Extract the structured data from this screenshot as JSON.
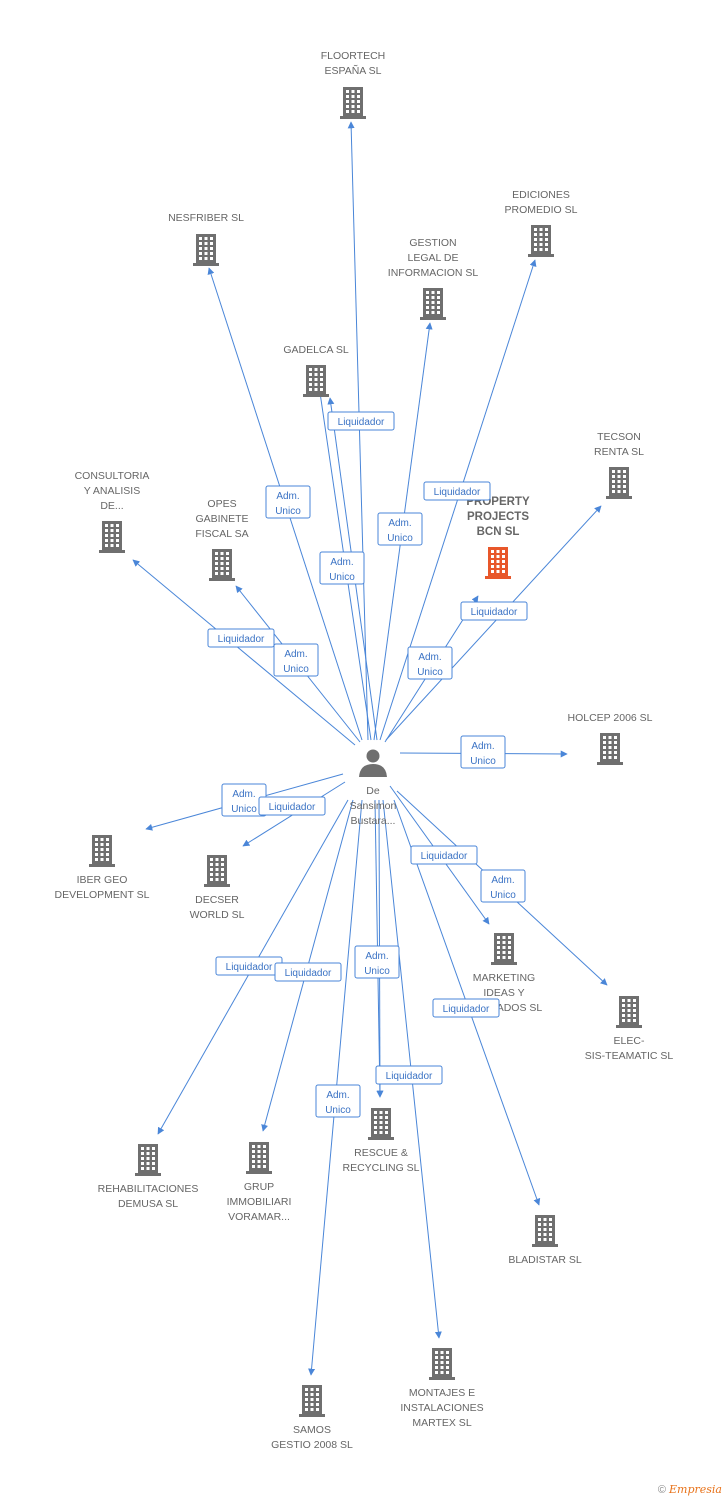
{
  "center": {
    "label_lines": [
      "De",
      "Sansimon",
      "Bustara..."
    ]
  },
  "companies": [
    {
      "id": "floortech",
      "label_lines": [
        "FLOORTECH",
        "ESPAÑA SL"
      ],
      "focus": false
    },
    {
      "id": "nesfriber",
      "label_lines": [
        "NESFRIBER SL"
      ],
      "focus": false
    },
    {
      "id": "ediciones",
      "label_lines": [
        "EDICIONES",
        "PROMEDIO SL"
      ],
      "focus": false
    },
    {
      "id": "gestion",
      "label_lines": [
        "GESTION",
        "LEGAL DE",
        "INFORMACION SL"
      ],
      "focus": false
    },
    {
      "id": "gadelca",
      "label_lines": [
        "GADELCA SL"
      ],
      "focus": false
    },
    {
      "id": "tecson",
      "label_lines": [
        "TECSON",
        "RENTA SL"
      ],
      "focus": false
    },
    {
      "id": "consultoria",
      "label_lines": [
        "CONSULTORIA",
        "Y ANALISIS",
        "DE..."
      ],
      "focus": false
    },
    {
      "id": "opes",
      "label_lines": [
        "OPES",
        "GABINETE",
        "FISCAL SA"
      ],
      "focus": false
    },
    {
      "id": "property",
      "label_lines": [
        "PROPERTY",
        "PROJECTS",
        "BCN SL"
      ],
      "focus": true
    },
    {
      "id": "holcep",
      "label_lines": [
        "HOLCEP 2006 SL"
      ],
      "focus": false
    },
    {
      "id": "ibergeo",
      "label_lines": [
        "IBER GEO",
        "DEVELOPMENT SL"
      ],
      "focus": false
    },
    {
      "id": "decser",
      "label_lines": [
        "DECSER",
        "WORLD SL"
      ],
      "focus": false
    },
    {
      "id": "marketing",
      "label_lines": [
        "MARKETING",
        "IDEAS Y",
        "FORMADOS SL"
      ],
      "focus": false
    },
    {
      "id": "elec",
      "label_lines": [
        "ELEC-",
        "SIS-TEAMATIC SL"
      ],
      "focus": false
    },
    {
      "id": "rehabilitaciones",
      "label_lines": [
        "REHABILITACIONES",
        "DEMUSA SL"
      ],
      "focus": false
    },
    {
      "id": "grup",
      "label_lines": [
        "GRUP",
        "IMMOBILIARI",
        "VORAMAR..."
      ],
      "focus": false
    },
    {
      "id": "rescue",
      "label_lines": [
        "RESCUE &",
        "RECYCLING SL"
      ],
      "focus": false
    },
    {
      "id": "bladistar",
      "label_lines": [
        "BLADISTAR SL"
      ],
      "focus": false
    },
    {
      "id": "montajes",
      "label_lines": [
        "MONTAJES E",
        "INSTALACIONES",
        "MARTEX SL"
      ],
      "focus": false
    },
    {
      "id": "samos",
      "label_lines": [
        "SAMOS",
        "GESTIO 2008 SL"
      ],
      "focus": false
    }
  ],
  "relations": [
    {
      "target": "floortech",
      "tag_lines": []
    },
    {
      "target": "nesfriber",
      "tag_lines": [
        "Adm.",
        "Unico"
      ]
    },
    {
      "target": "ediciones",
      "tag_lines": [
        "Liquidador"
      ]
    },
    {
      "target": "gestion",
      "tag_lines": [
        "Adm.",
        "Unico"
      ]
    },
    {
      "target": "gadelca",
      "tag_lines": [
        "Liquidador"
      ]
    },
    {
      "target": "gadelca",
      "tag_lines": [
        "Adm.",
        "Unico"
      ]
    },
    {
      "target": "tecson",
      "tag_lines": [
        "Adm.",
        "Unico"
      ]
    },
    {
      "target": "consultoria",
      "tag_lines": [
        "Liquidador"
      ]
    },
    {
      "target": "opes",
      "tag_lines": [
        "Adm.",
        "Unico"
      ]
    },
    {
      "target": "property",
      "tag_lines": [
        "Liquidador"
      ]
    },
    {
      "target": "holcep",
      "tag_lines": [
        "Adm.",
        "Unico"
      ]
    },
    {
      "target": "ibergeo",
      "tag_lines": [
        "Adm.",
        "Unico"
      ]
    },
    {
      "target": "decser",
      "tag_lines": [
        "Liquidador"
      ]
    },
    {
      "target": "marketing",
      "tag_lines": [
        "Liquidador"
      ]
    },
    {
      "target": "elec",
      "tag_lines": [
        "Adm.",
        "Unico"
      ]
    },
    {
      "target": "rehabilitaciones",
      "tag_lines": [
        "Liquidador"
      ]
    },
    {
      "target": "grup",
      "tag_lines": [
        "Liquidador"
      ]
    },
    {
      "target": "rescue",
      "tag_lines": [
        "Adm.",
        "Unico"
      ]
    },
    {
      "target": "rescue",
      "tag_lines": [
        "Liquidador"
      ]
    },
    {
      "target": "bladistar",
      "tag_lines": [
        "Liquidador"
      ]
    },
    {
      "target": "montajes",
      "tag_lines": []
    },
    {
      "target": "samos",
      "tag_lines": [
        "Adm.",
        "Unico"
      ]
    }
  ],
  "colors": {
    "edge": "#4a86d8",
    "building": "#6f6f6f",
    "building_focus": "#e8572a",
    "person": "#6f6f6f"
  },
  "footer": {
    "copyright": "©",
    "brand": "Empresia"
  }
}
